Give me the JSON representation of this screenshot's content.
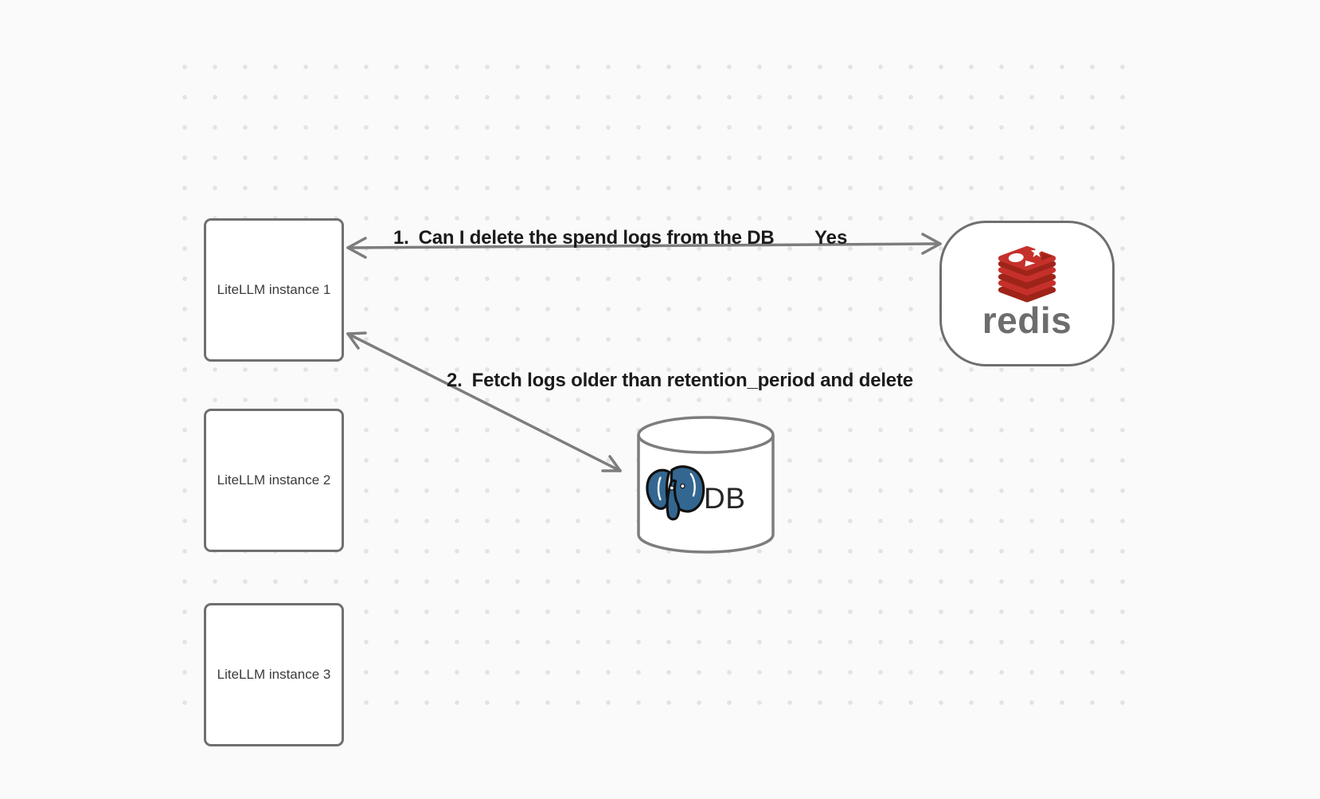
{
  "diagram": {
    "nodes": {
      "instance1": {
        "label": "LiteLLM instance 1"
      },
      "instance2": {
        "label": "LiteLLM instance 2"
      },
      "instance3": {
        "label": "LiteLLM instance 3"
      },
      "redis": {
        "wordmark": "redis"
      },
      "database": {
        "label": "DB"
      }
    },
    "edges": {
      "edge1": {
        "order": "1.",
        "label": "Can I delete the spend logs from the DB",
        "response": "Yes"
      },
      "edge2": {
        "order": "2.",
        "label": "Fetch logs older than retention_period and delete"
      }
    },
    "icons": {
      "redis_logo": "redis-stack-logo",
      "database_icon": "postgres-elephant",
      "database_shape": "cylinder"
    },
    "colors": {
      "background": "#fafafa",
      "dot": "#e3e3e5",
      "node_border": "#6f6f6f",
      "arrow": "#7d7d7d",
      "label_text": "#1b1b1b",
      "node_text": "#3c3c3c",
      "redis_red": "#c6302b",
      "redis_dark_red": "#9e241a",
      "redis_wordmark_gray": "#6d6d6d",
      "postgres_blue": "#336791"
    }
  }
}
